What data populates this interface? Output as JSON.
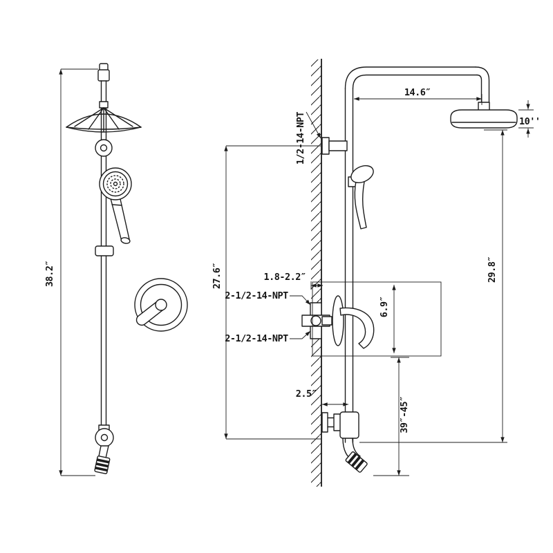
{
  "page": {
    "background": "#ffffff",
    "line_color": "#1c1c1c"
  },
  "diagram": {
    "type": "technical-drawing",
    "subject": "shower-system-installation-dimensions",
    "views": [
      "front view",
      "side wall-installation view"
    ],
    "labels": {
      "front_height": "38.2″",
      "arm_reach": "14.6″",
      "head_diameter": "10''",
      "shower_arm_thread": "1/2-14-NPT",
      "bracket_to_outlet": "27.6″",
      "valve_depth": "1.8-2.2″",
      "valve_thread_top": "2-1/2-14-NPT",
      "valve_thread_bottom": "2-1/2-14-NPT",
      "valve_trim_height": "6.9″",
      "outlet_offset": "2.5″",
      "install_height_range": "39″-45″",
      "head_to_outlet": "29.8″"
    }
  }
}
